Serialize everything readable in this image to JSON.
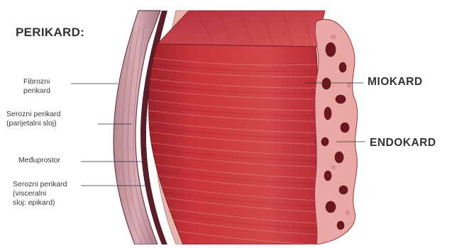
{
  "title": "PERIKARD:",
  "labels_left": [
    {
      "lines": [
        "Fibrozni",
        "perikard"
      ]
    },
    {
      "lines": [
        "Serozni perikard",
        "(parijetalni sloj)"
      ]
    },
    {
      "lines": [
        "Međuprostor"
      ]
    },
    {
      "lines": [
        "Serozni perikard",
        "(visceralni",
        "sloj: epikard)"
      ]
    }
  ],
  "labels_right": {
    "miokard": "MIOKARD",
    "endokard": "ENDOKARD"
  },
  "colors": {
    "muscle": "#c8343a",
    "muscle_dark": "#8e1b22",
    "fibrous": "#c89aa3",
    "serous": "#e7b5ae",
    "endocard": "#e9a8a3"
  }
}
